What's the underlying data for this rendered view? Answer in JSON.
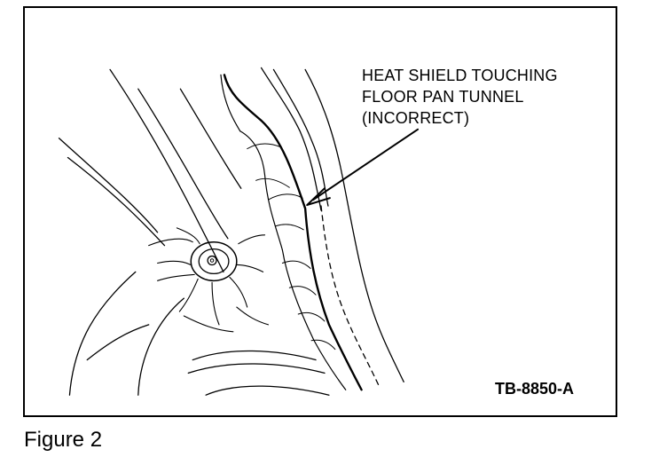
{
  "callout": {
    "lines": [
      "HEAT SHIELD TOUCHING",
      "FLOOR PAN TUNNEL",
      "(INCORRECT)"
    ]
  },
  "reference_code": "TB-8850-A",
  "caption": "Figure 2",
  "colors": {
    "ink": "#000000",
    "paper": "#ffffff"
  }
}
